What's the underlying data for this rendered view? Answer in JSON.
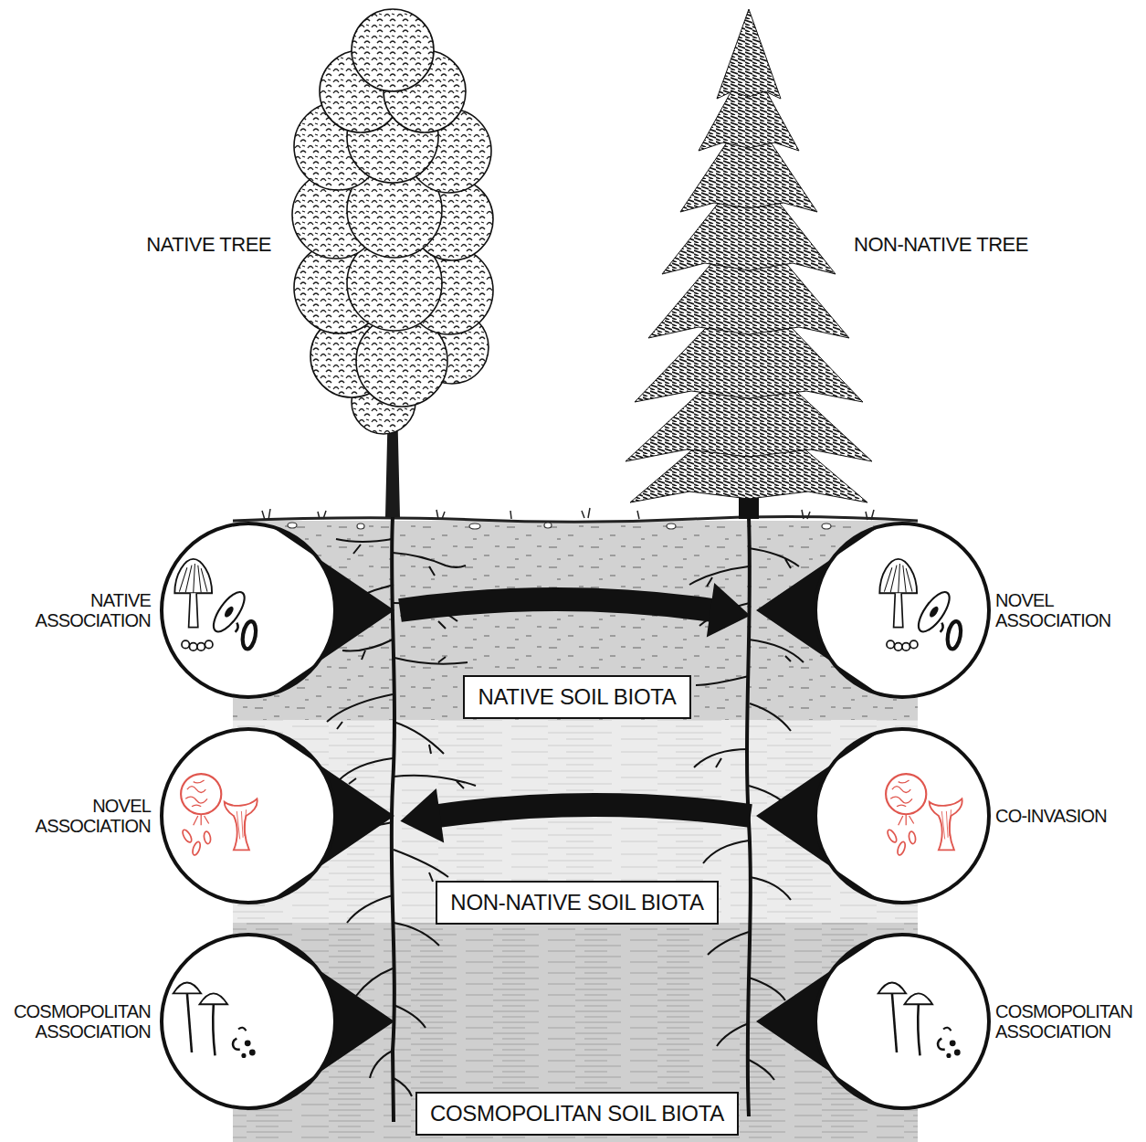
{
  "diagram": {
    "nodes": [
      {
        "text": [
          "NATIVE ASSOCIATION"
        ]
      },
      {
        "text": [
          "NOVEL ASSOCIATION"
        ]
      },
      {
        "text": [
          "NATIVE SOIL BIOTA"
        ]
      },
      {
        "text": [
          "NOVEL ASSOCIATION"
        ]
      },
      {
        "text": [
          "CO-INVASION"
        ]
      },
      {
        "text": [
          "NON-NATIVE SOIL BIOTA"
        ]
      },
      {
        "text": [
          "COSMOPOLITAN ASSOCIATION"
        ]
      },
      {
        "text": [
          "COSMOPOLITAN ASSOCIATION"
        ]
      },
      {
        "text": [
          "COSMOPOLITAN SOIL BIOTA"
        ]
      }
    ],
    "edges": [
      {
        "from": 0,
        "to": 1,
        "arrow": "to"
      },
      {
        "from": 4,
        "to": 3,
        "arrow": "to"
      }
    ],
    "labels": [
      "NATIVE TREE",
      "NON-NATIVE TREE"
    ]
  }
}
